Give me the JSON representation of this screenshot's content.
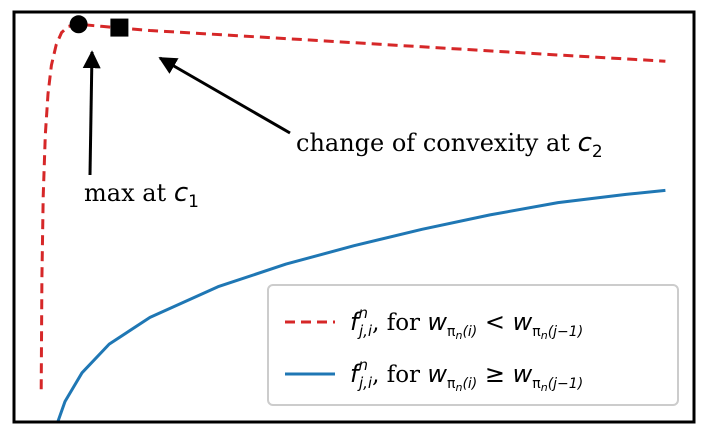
{
  "chart_data": {
    "type": "line",
    "title": "",
    "xlabel": "",
    "ylabel": "",
    "grid": false,
    "axes_ticks_visible": false,
    "legend_placement": "bottom-right",
    "series": [
      {
        "name": "f_{j,i}^n, for w_{π_n(i)} < w_{π_n(j−1)}",
        "style": "dashed",
        "color": "#d62728",
        "points": [
          [
            0.04,
            0.08
          ],
          [
            0.041,
            0.35
          ],
          [
            0.043,
            0.55
          ],
          [
            0.046,
            0.7
          ],
          [
            0.05,
            0.8
          ],
          [
            0.055,
            0.87
          ],
          [
            0.062,
            0.92
          ],
          [
            0.07,
            0.95
          ],
          [
            0.08,
            0.965
          ],
          [
            0.095,
            0.97
          ],
          [
            0.13,
            0.965
          ],
          [
            0.2,
            0.955
          ],
          [
            0.4,
            0.935
          ],
          [
            0.6,
            0.915
          ],
          [
            0.8,
            0.895
          ],
          [
            0.958,
            0.88
          ]
        ]
      },
      {
        "name": "f_{j,i}^n, for w_{π_n(i)} ≥ w_{π_n(j−1)}",
        "style": "solid",
        "color": "#1f77b4",
        "points": [
          [
            0.058,
            -0.03
          ],
          [
            0.075,
            0.05
          ],
          [
            0.1,
            0.12
          ],
          [
            0.14,
            0.19
          ],
          [
            0.2,
            0.255
          ],
          [
            0.3,
            0.33
          ],
          [
            0.4,
            0.385
          ],
          [
            0.5,
            0.43
          ],
          [
            0.6,
            0.47
          ],
          [
            0.7,
            0.505
          ],
          [
            0.8,
            0.535
          ],
          [
            0.9,
            0.555
          ],
          [
            0.958,
            0.565
          ]
        ]
      }
    ],
    "markers": [
      {
        "shape": "circle",
        "x": 0.095,
        "y": 0.97
      },
      {
        "shape": "square",
        "x": 0.155,
        "y": 0.962
      }
    ],
    "annotations": [
      {
        "label_parts": [
          "max at ",
          "c",
          "1"
        ],
        "target_marker": 0
      },
      {
        "label_parts": [
          "change of convexity at ",
          "c",
          "2"
        ],
        "target_marker": 1
      }
    ],
    "legend": {
      "entries": [
        {
          "series": 0,
          "text_parts": [
            "f",
            "n",
            "j,i",
            ", for ",
            "w",
            "π",
            "n",
            "(i)",
            " < ",
            "w",
            "π",
            "n",
            "(j−1)"
          ]
        },
        {
          "series": 1,
          "text_parts": [
            "f",
            "n",
            "j,i",
            ", for ",
            "w",
            "π",
            "n",
            "(i)",
            " ≥ ",
            "w",
            "π",
            "n",
            "(j−1)"
          ]
        }
      ]
    }
  }
}
